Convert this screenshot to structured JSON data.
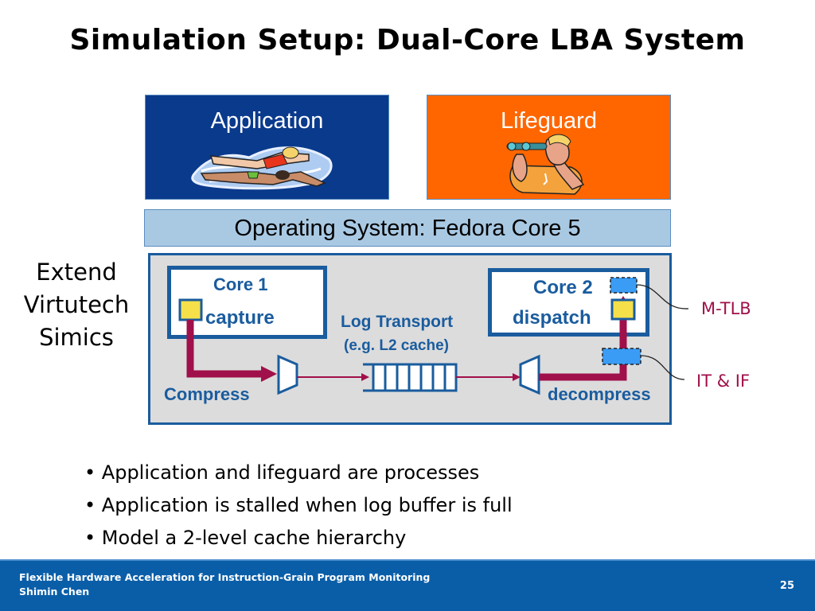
{
  "slide": {
    "title": "Simulation Setup: Dual-Core LBA System",
    "application_box": {
      "label": "Application",
      "color": "#0a3a8c",
      "image": "swimmers-clipart"
    },
    "lifeguard_box": {
      "label": "Lifeguard",
      "color": "#ff6600",
      "image": "lifeguard-binoculars-clipart"
    },
    "os_bar": {
      "label": "Operating System: Fedora Core 5",
      "color": "#a9c9e3"
    },
    "side_label": [
      "Extend",
      "Virtutech",
      "Simics"
    ],
    "diagram": {
      "core1": {
        "title": "Core 1",
        "subtitle": "capture"
      },
      "core2": {
        "title": "Core 2",
        "subtitle": "dispatch"
      },
      "log_transport": {
        "title": "Log Transport",
        "subtitle": "(e.g. L2 cache)",
        "slots": 7
      },
      "compress_label": "Compress",
      "decompress_label": "decompress",
      "callouts": {
        "mtlb": "M-TLB",
        "itif": "IT & IF"
      },
      "colors": {
        "frame": "#1a5c9e",
        "arrow": "#a0104a",
        "capture_unit": "#f5e04a",
        "hw_unit": "#3a9cf5",
        "background": "#dcdcdc"
      }
    },
    "bullets": [
      "Application and lifeguard are processes",
      "Application is stalled when log buffer is full",
      "Model a 2-level cache hierarchy"
    ],
    "footer": {
      "line1": "Flexible Hardware Acceleration for Instruction-Grain Program Monitoring",
      "line2": "Shimin Chen",
      "page_number": "25"
    }
  }
}
